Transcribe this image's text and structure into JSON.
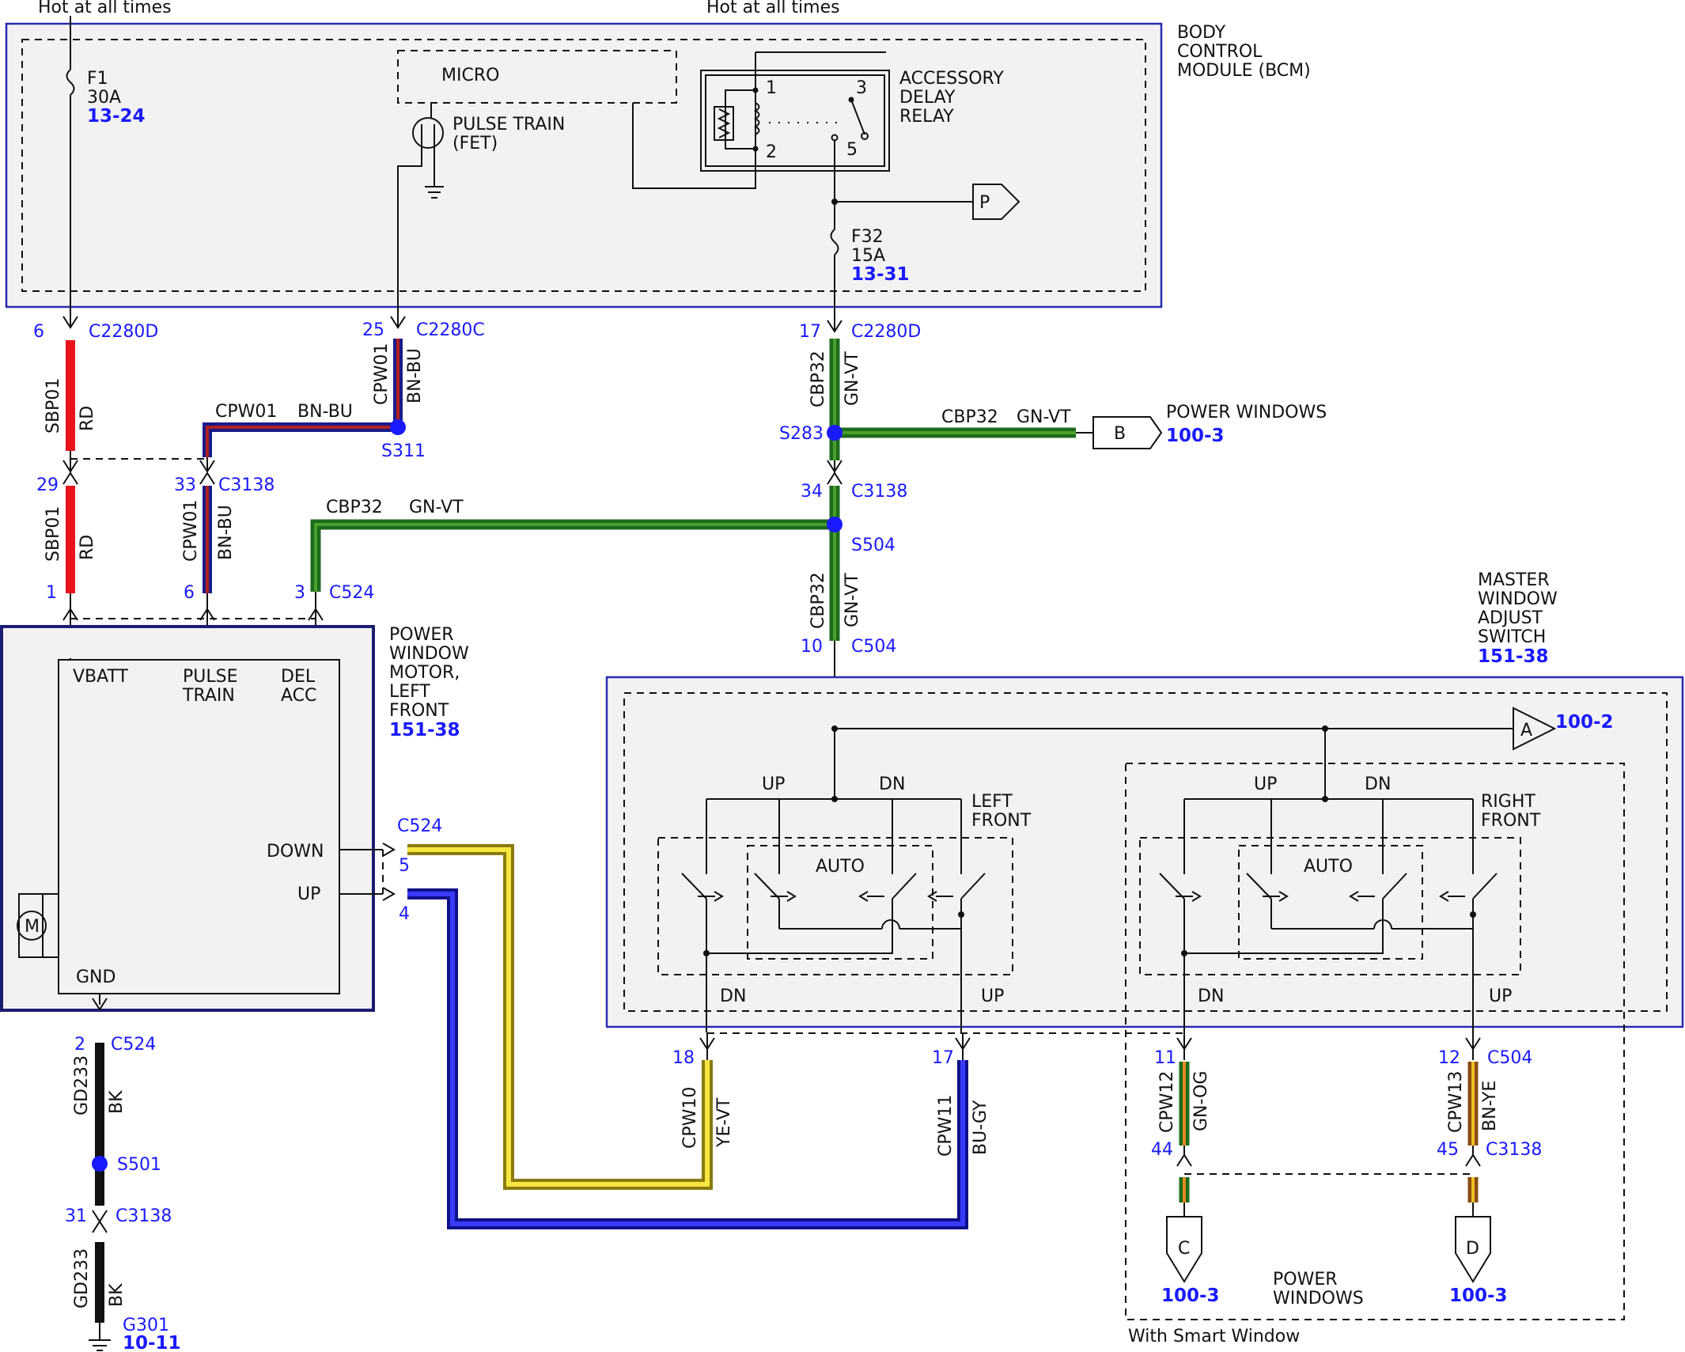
{
  "power_labels": {
    "left": "Hot at all times",
    "center": "Hot at all times"
  },
  "bcm": {
    "title_lines": [
      "BODY",
      "CONTROL",
      "MODULE (BCM)"
    ],
    "fuse_f1": {
      "name": "F1",
      "rating": "30A",
      "ref": "13-24"
    },
    "micro": "MICRO",
    "pulse_train_lines": [
      "PULSE TRAIN",
      "(FET)"
    ],
    "relay_lines": [
      "ACCESSORY",
      "DELAY",
      "RELAY"
    ],
    "relay_pins": [
      "1",
      "2",
      "3",
      "5"
    ],
    "fuse_f32": {
      "name": "F32",
      "rating": "15A",
      "ref": "13-31"
    },
    "p_connector": "P"
  },
  "wires": {
    "sbp01_top": {
      "pin": "6",
      "connector": "C2280D",
      "circuit": "SBP01",
      "color": "RD"
    },
    "sbp01_bottom": {
      "pin_top": "29",
      "pin_bottom": "1",
      "circuit": "SBP01",
      "color": "RD"
    },
    "cpw01_top": {
      "pin": "25",
      "connector": "C2280C",
      "circuit": "CPW01",
      "color": "BN-BU"
    },
    "cpw01_horizontal": {
      "circuit": "CPW01",
      "color": "BN-BU",
      "splice": "S311"
    },
    "cpw01_bottom": {
      "pin_top": "33",
      "connector": "C3138",
      "pin_bottom": "6",
      "circuit": "CPW01",
      "color": "BN-BU"
    },
    "cbp32_top": {
      "pin": "17",
      "connector": "C2280D",
      "circuit": "CBP32",
      "color": "GN-VT",
      "splice": "S283"
    },
    "cbp32_branch": {
      "circuit": "CBP32",
      "color": "GN-VT",
      "dest": "B",
      "dest_label": "POWER WINDOWS",
      "dest_ref": "100-3"
    },
    "cbp32_mid": {
      "pin": "34",
      "connector": "C3138",
      "splice": "S504"
    },
    "cbp32_horizontal": {
      "circuit": "CBP32",
      "color": "GN-VT",
      "pin": "3",
      "connector": "C524"
    },
    "cbp32_lower": {
      "circuit": "CBP32",
      "color": "GN-VT",
      "pin": "10",
      "connector": "C504"
    },
    "gd233": {
      "pin": "2",
      "connector": "C524",
      "circuit": "GD233",
      "color": "BK",
      "splice": "S501",
      "pin2": "31",
      "connector2": "C3138",
      "ground": "G301",
      "ground_ref": "10-11"
    },
    "yellow": {
      "connector": "C524",
      "pin": "5",
      "circuit": "CPW10",
      "color": "YE-VT",
      "pin_end": "18"
    },
    "blue": {
      "pin": "4",
      "circuit": "CPW11",
      "color": "BU-GY",
      "pin_end": "17"
    },
    "cpw12": {
      "pin": "11",
      "connector": "C504",
      "circuit": "CPW12",
      "color": "GN-OG",
      "pin_bottom": "44",
      "dest": "C",
      "dest_ref": "100-3"
    },
    "cpw13": {
      "pin": "12",
      "circuit": "CPW13",
      "color": "BN-YE",
      "pin_bottom": "45",
      "connector_bottom": "C3138",
      "dest": "D",
      "dest_ref": "100-3"
    }
  },
  "motor": {
    "title_lines": [
      "POWER",
      "WINDOW",
      "MOTOR,",
      "LEFT",
      "FRONT"
    ],
    "ref": "151-38",
    "pins": {
      "vbatt": "VBATT",
      "pulse_1": "PULSE",
      "pulse_2": "TRAIN",
      "del_1": "DEL",
      "del_2": "ACC",
      "down": "DOWN",
      "up": "UP",
      "gnd": "GND",
      "m": "M"
    }
  },
  "switch": {
    "title_lines": [
      "MASTER",
      "WINDOW",
      "ADJUST",
      "SWITCH"
    ],
    "ref": "151-38",
    "a_label": "A",
    "a_ref": "100-2",
    "left_label_lines": [
      "LEFT",
      "FRONT"
    ],
    "right_label_lines": [
      "RIGHT",
      "FRONT"
    ],
    "up": "UP",
    "dn": "DN",
    "auto": "AUTO"
  },
  "smart_window": {
    "footer": "With Smart Window",
    "label_lines": [
      "POWER",
      "WINDOWS"
    ]
  }
}
